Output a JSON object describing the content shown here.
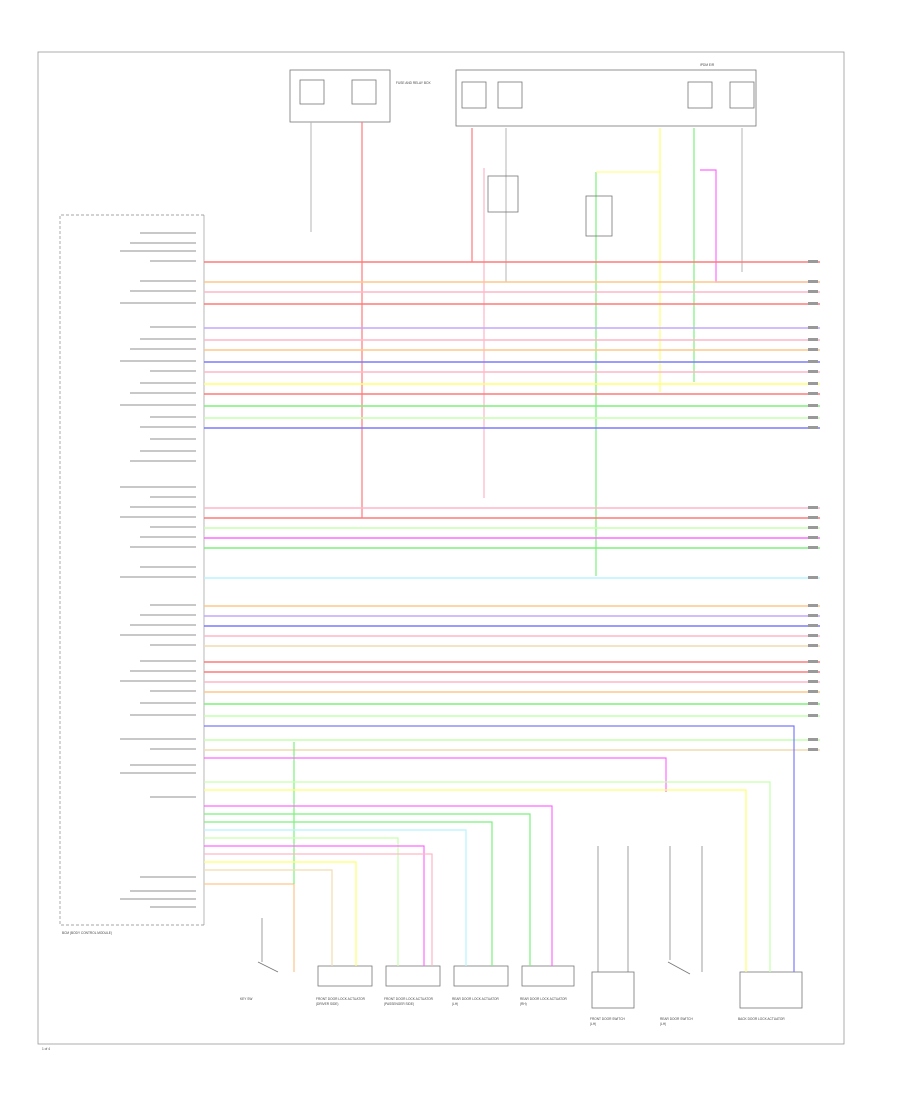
{
  "diagram": {
    "fuse_box_left_label": "FUSE AND RELAY BOX",
    "fuse_box_right_label": "IPDM E/R",
    "bcm_label": "BCM (BODY CONTROL MODULE)",
    "footer_label": "1 of 4",
    "wire_colors": {
      "red": "#ff7a7a",
      "pink": "#ffb6c8",
      "orange": "#ffc58a",
      "green": "#7df07d",
      "light_green": "#c6ffae",
      "blue": "#7b7bff",
      "violet": "#c4a8ff",
      "magenta": "#ff6bff",
      "yellow": "#ffff70",
      "tan": "#f2dcb0",
      "cyan": "#b7f3ff",
      "gray": "#b5b5b5"
    },
    "components": [
      {
        "name": "KEY SW",
        "sub": ""
      },
      {
        "name": "FRONT DOOR LOCK ACTUATOR",
        "sub": "(DRIVER SIDE)"
      },
      {
        "name": "FRONT DOOR LOCK ACTUATOR",
        "sub": "(PASSENGER SIDE)"
      },
      {
        "name": "REAR DOOR LOCK ACTUATOR",
        "sub": "(LH)"
      },
      {
        "name": "REAR DOOR LOCK ACTUATOR",
        "sub": "(RH)"
      },
      {
        "name": "FRONT DOOR SWITCH",
        "sub": "(LH)"
      },
      {
        "name": "REAR DOOR SWITCH",
        "sub": "(LH)"
      },
      {
        "name": "BACK DOOR LOCK ACTUATOR",
        "sub": ""
      }
    ]
  }
}
